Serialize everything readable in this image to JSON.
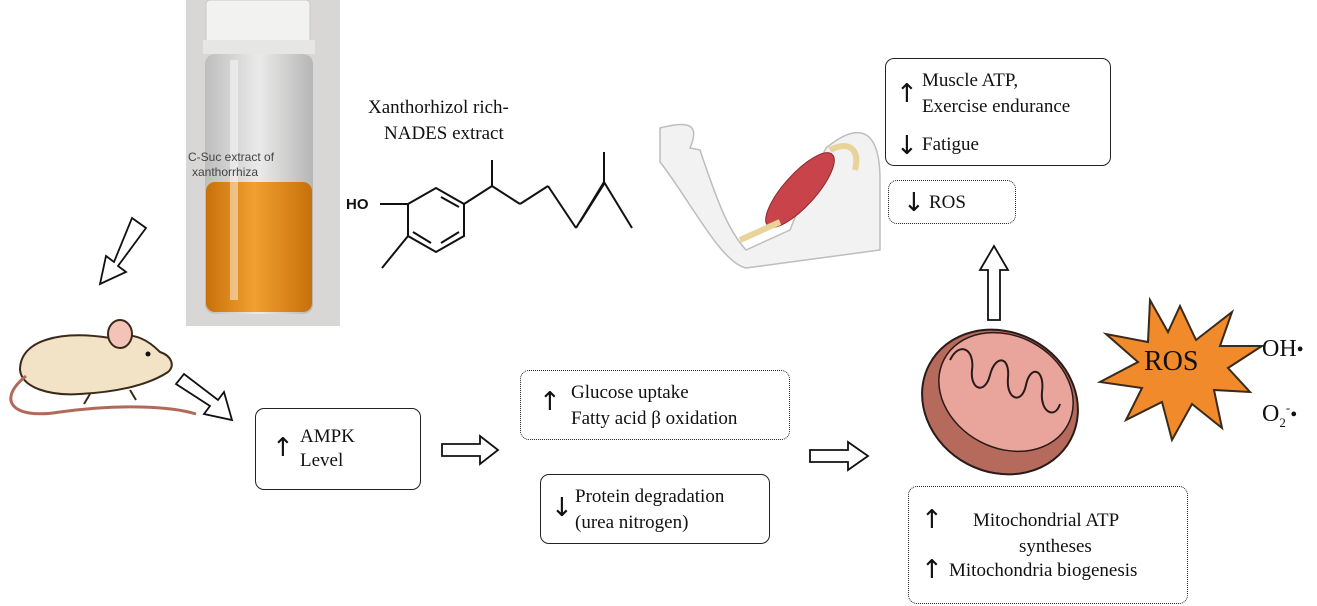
{
  "extract_title_line1": "Xanthorhizol rich-",
  "extract_title_line2": "NADES extract",
  "vial_label_line1": "C-Suc extract of",
  "vial_label_line2": "xanthorrhiza",
  "chem_ho_label": "HO",
  "ampk_box": {
    "arrow": "↑",
    "line1": "AMPK",
    "line2": "Level"
  },
  "glucose_box": {
    "arrow": "↑",
    "line1": "Glucose uptake",
    "line2": "Fatty acid β  oxidation"
  },
  "protein_box": {
    "arrow": "↓",
    "line1": "Protein degradation",
    "line2": "(urea nitrogen)"
  },
  "muscle_box": {
    "arrow_up": "↑",
    "line1": "Muscle ATP,",
    "line2": "Exercise endurance",
    "arrow_down": "↓",
    "line3": "Fatigue"
  },
  "ros_box": {
    "arrow": "↓",
    "label": "ROS"
  },
  "mito_box": {
    "arrow1": "↑",
    "line1": "Mitochondrial ATP",
    "line2": "syntheses",
    "arrow2": "↑",
    "line3": "Mitochondria biogenesis"
  },
  "ros_star_label": "ROS",
  "radical_oh": "OH",
  "radical_o2_base": "O",
  "radical_o2_sub": "2",
  "radical_o2_sup": "-",
  "radical_dot": "•",
  "colors": {
    "liquid": "#e0870f",
    "star": "#f08a2a",
    "mito_outer": "#b56a5c",
    "mito_inner": "#e9a59c",
    "muscle": "#c8434a",
    "mouse": "#f3e3c6"
  }
}
